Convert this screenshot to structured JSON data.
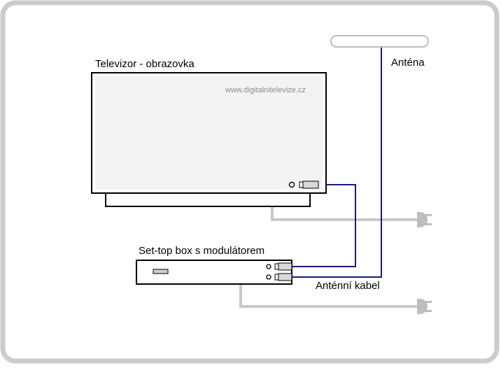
{
  "labels": {
    "tv": "Televizor - obrazovka",
    "watermark": "www.digitalnitelevize.cz",
    "antenna": "Anténa",
    "stb": "Set-top box s modulátorem",
    "cable": "Anténní kabel"
  },
  "colors": {
    "frame": "#cccccc",
    "outline": "#000000",
    "screen_fill": "#f3f3f3",
    "coax": "#1a1a7e",
    "power_cord": "#c8c8c8",
    "plug": "#bdbdbd",
    "watermark": "#8a8a8a"
  }
}
